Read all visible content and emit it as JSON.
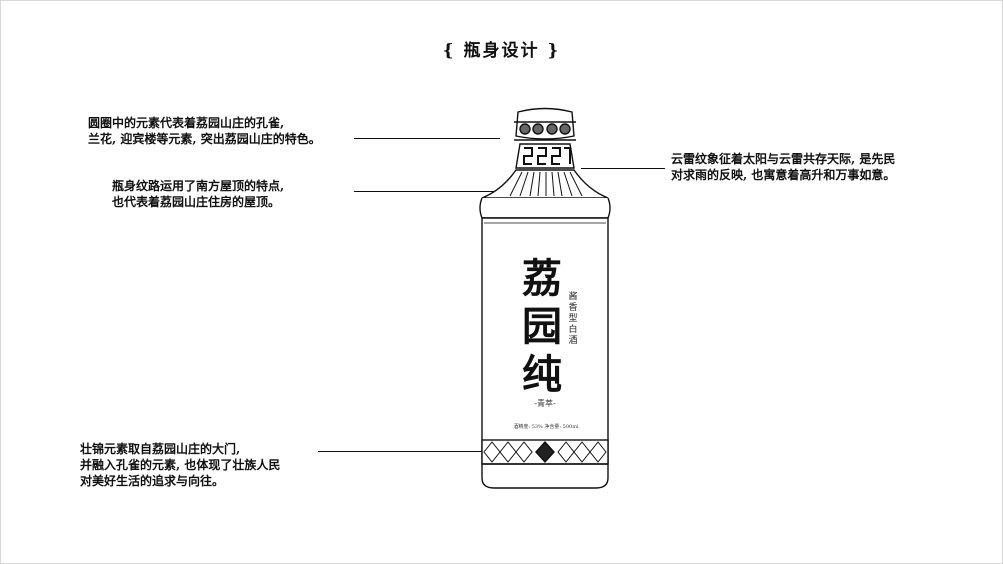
{
  "title": "{ 瓶身设计 }",
  "notes": {
    "cap": [
      "圆圈中的元素代表着荔园山庄的孔雀,",
      "兰花, 迎宾楼等元素, 突出荔园山庄的特色。"
    ],
    "shoulder": [
      "瓶身纹路运用了南方屋顶的特点,",
      "也代表着荔园山庄住房的屋顶。"
    ],
    "neck": [
      "云雷纹象征着太阳与云雷共存天际, 是先民",
      "对求雨的反映, 也寓意着高升和万事如意。"
    ],
    "base": [
      "壮锦元素取自荔园山庄的大门,",
      "并融入孔雀的元素, 也体现了壮族人民",
      "对美好生活的追求与向往。"
    ]
  },
  "label": {
    "brand": [
      "荔",
      "园",
      "纯"
    ],
    "subtitle": "酱香型白酒",
    "edition": "-青萃-",
    "spec": "酒精度: 53%   净含量: 500ml"
  },
  "colors": {
    "ink": "#111111",
    "background": "#ffffff"
  }
}
